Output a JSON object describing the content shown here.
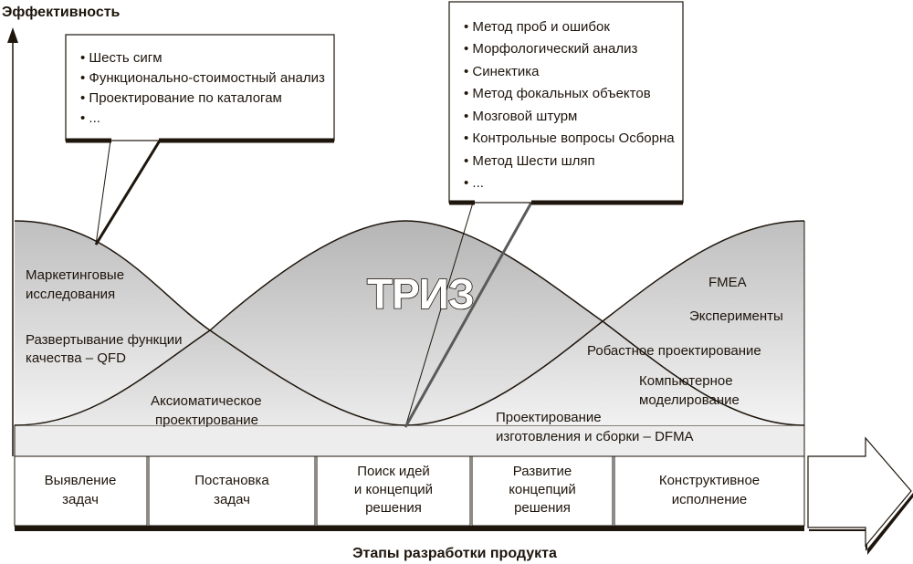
{
  "axis": {
    "y_label": "Эффективность",
    "x_label": "Этапы разработки продукта"
  },
  "callouts": {
    "left": {
      "items": [
        "Шесть сигм",
        "Функционально-стоимостный анализ",
        "Проектирование по каталогам",
        "..."
      ]
    },
    "right": {
      "items": [
        "Метод проб и ошибок",
        "Морфологический анализ",
        "Синектика",
        "Метод фокальных объектов",
        "Мозговой штурм",
        "Контрольные вопросы Осборна",
        "Метод Шести шляп",
        "..."
      ]
    }
  },
  "center_label": "ТРИЗ",
  "methods": {
    "marketing": [
      "Маркетинговые",
      "исследования"
    ],
    "qfd": [
      "Развертывание функции",
      "качества – QFD"
    ],
    "axiomatic": [
      "Аксиоматическое",
      "проектирование"
    ],
    "dfma": [
      "Проектирование",
      "изготовления и сборки – DFMA"
    ],
    "fmea": "FMEA",
    "experiments": "Эксперименты",
    "robust": "Робастное проектирование",
    "computer": [
      "Компьютерное",
      "моделирование"
    ]
  },
  "stages": [
    {
      "lines": [
        "Выявление",
        "задач"
      ]
    },
    {
      "lines": [
        "Постановка",
        "задач"
      ]
    },
    {
      "lines": [
        "Поиск идей",
        "и концепций",
        "решения"
      ]
    },
    {
      "lines": [
        "Развитие",
        "концепций",
        "решения"
      ]
    },
    {
      "lines": [
        "Конструктивное",
        "исполнение"
      ]
    }
  ],
  "colors": {
    "ink": "#1e150c",
    "fill_light": "#eeeeee",
    "fill_dark": "#b4b4b4"
  }
}
